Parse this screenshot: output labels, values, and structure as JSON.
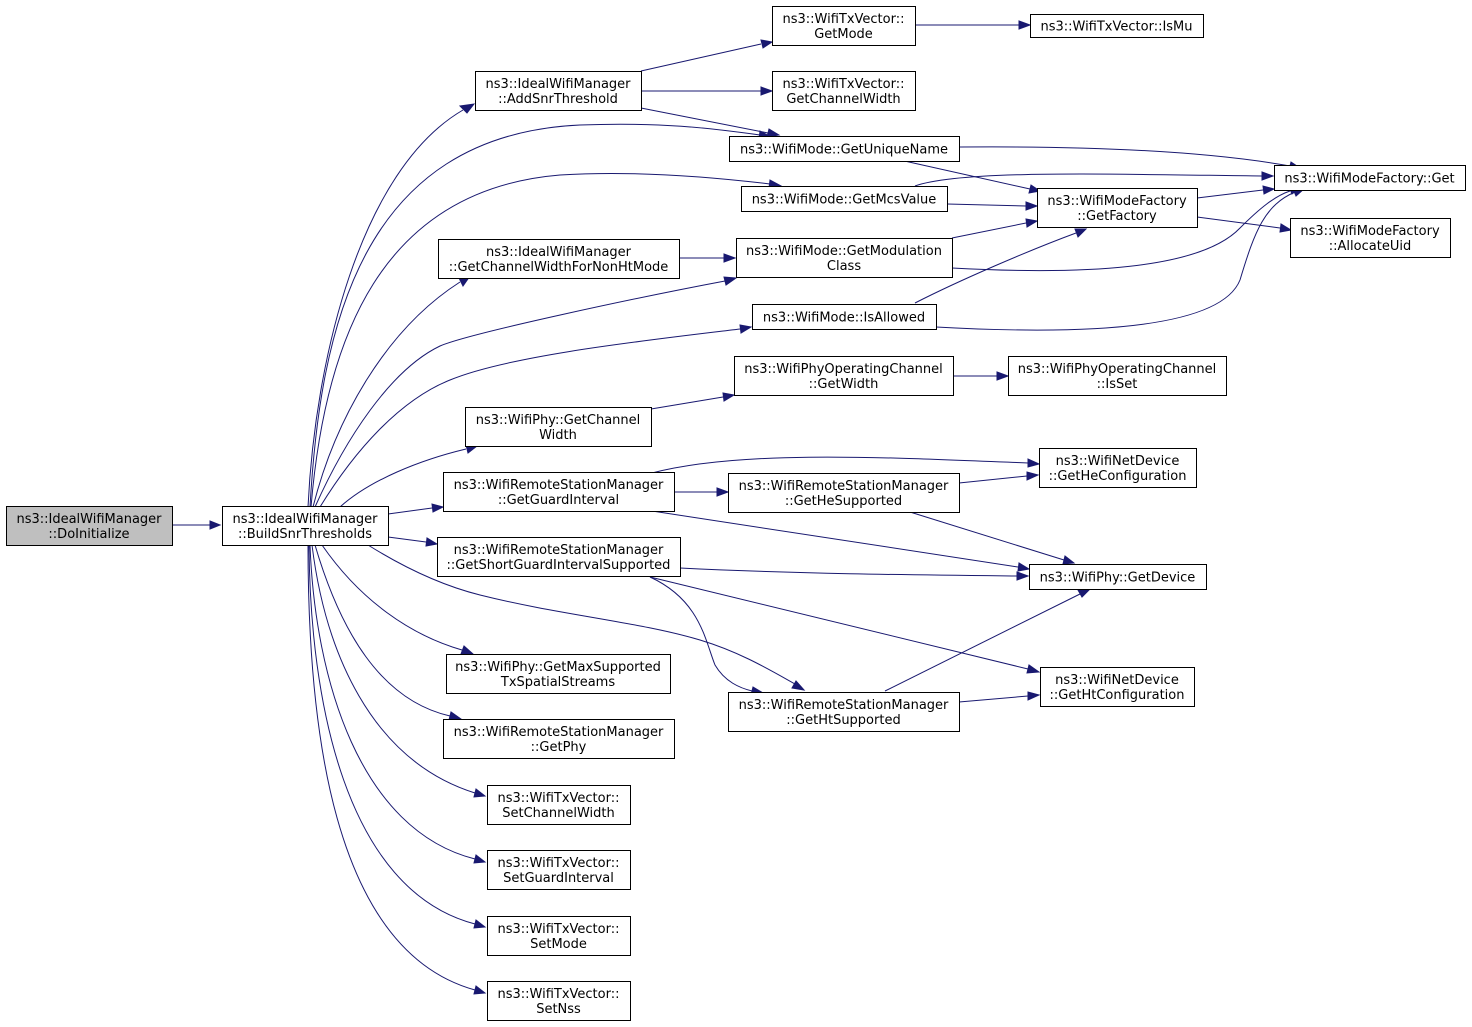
{
  "nodes": {
    "do_initialize": [
      "ns3::IdealWifiManager",
      "::DoInitialize"
    ],
    "build_snr": [
      "ns3::IdealWifiManager",
      "::BuildSnrThresholds"
    ],
    "add_snr": [
      "ns3::IdealWifiManager",
      "::AddSnrThreshold"
    ],
    "txv_getmode": [
      "ns3::WifiTxVector::",
      "GetMode"
    ],
    "txv_ismu": [
      "ns3::WifiTxVector::IsMu"
    ],
    "txv_getcw": [
      "ns3::WifiTxVector::",
      "GetChannelWidth"
    ],
    "mode_uniquename": [
      "ns3::WifiMode::GetUniqueName"
    ],
    "factory_get": [
      "ns3::WifiModeFactory::Get"
    ],
    "mode_mcs": [
      "ns3::WifiMode::GetMcsValue"
    ],
    "factory_getfactory": [
      "ns3::WifiModeFactory",
      "::GetFactory"
    ],
    "factory_alloc": [
      "ns3::WifiModeFactory",
      "::AllocateUid"
    ],
    "ideal_cw_nonht": [
      "ns3::IdealWifiManager",
      "::GetChannelWidthForNonHtMode"
    ],
    "mode_modclass": [
      "ns3::WifiMode::GetModulation",
      "Class"
    ],
    "mode_isallowed": [
      "ns3::WifiMode::IsAllowed"
    ],
    "opch_getwidth": [
      "ns3::WifiPhyOperatingChannel",
      "::GetWidth"
    ],
    "opch_isset": [
      "ns3::WifiPhyOperatingChannel",
      "::IsSet"
    ],
    "phy_getcw": [
      "ns3::WifiPhy::GetChannel",
      "Width"
    ],
    "rsm_guard": [
      "ns3::WifiRemoteStationManager",
      "::GetGuardInterval"
    ],
    "netdev_he": [
      "ns3::WifiNetDevice",
      "::GetHeConfiguration"
    ],
    "rsm_he": [
      "ns3::WifiRemoteStationManager",
      "::GetHeSupported"
    ],
    "rsm_sgi": [
      "ns3::WifiRemoteStationManager",
      "::GetShortGuardIntervalSupported"
    ],
    "phy_getdevice": [
      "ns3::WifiPhy::GetDevice"
    ],
    "phy_maxss": [
      "ns3::WifiPhy::GetMaxSupported",
      "TxSpatialStreams"
    ],
    "netdev_ht": [
      "ns3::WifiNetDevice",
      "::GetHtConfiguration"
    ],
    "rsm_ht": [
      "ns3::WifiRemoteStationManager",
      "::GetHtSupported"
    ],
    "rsm_getphy": [
      "ns3::WifiRemoteStationManager",
      "::GetPhy"
    ],
    "txv_setcw": [
      "ns3::WifiTxVector::",
      "SetChannelWidth"
    ],
    "txv_setgi": [
      "ns3::WifiTxVector::",
      "SetGuardInterval"
    ],
    "txv_setmode": [
      "ns3::WifiTxVector::",
      "SetMode"
    ],
    "txv_setnss": [
      "ns3::WifiTxVector::",
      "SetNss"
    ]
  },
  "edges": [
    [
      "do_initialize",
      "build_snr"
    ],
    [
      "build_snr",
      "add_snr"
    ],
    [
      "build_snr",
      "mode_uniquename"
    ],
    [
      "build_snr",
      "mode_mcs"
    ],
    [
      "build_snr",
      "ideal_cw_nonht"
    ],
    [
      "build_snr",
      "mode_modclass"
    ],
    [
      "build_snr",
      "mode_isallowed"
    ],
    [
      "build_snr",
      "phy_getcw"
    ],
    [
      "build_snr",
      "rsm_guard"
    ],
    [
      "build_snr",
      "rsm_sgi"
    ],
    [
      "build_snr",
      "rsm_ht"
    ],
    [
      "build_snr",
      "phy_maxss"
    ],
    [
      "build_snr",
      "rsm_getphy"
    ],
    [
      "build_snr",
      "txv_setcw"
    ],
    [
      "build_snr",
      "txv_setgi"
    ],
    [
      "build_snr",
      "txv_setmode"
    ],
    [
      "build_snr",
      "txv_setnss"
    ],
    [
      "add_snr",
      "txv_getmode"
    ],
    [
      "add_snr",
      "txv_getcw"
    ],
    [
      "add_snr",
      "mode_uniquename"
    ],
    [
      "txv_getmode",
      "txv_ismu"
    ],
    [
      "mode_uniquename",
      "factory_get"
    ],
    [
      "mode_uniquename",
      "factory_getfactory"
    ],
    [
      "mode_mcs",
      "factory_get"
    ],
    [
      "mode_mcs",
      "factory_getfactory"
    ],
    [
      "factory_getfactory",
      "factory_get"
    ],
    [
      "factory_getfactory",
      "factory_alloc"
    ],
    [
      "ideal_cw_nonht",
      "mode_modclass"
    ],
    [
      "mode_modclass",
      "factory_getfactory"
    ],
    [
      "mode_modclass",
      "factory_get"
    ],
    [
      "mode_isallowed",
      "factory_getfactory"
    ],
    [
      "mode_isallowed",
      "factory_get"
    ],
    [
      "phy_getcw",
      "opch_getwidth"
    ],
    [
      "opch_getwidth",
      "opch_isset"
    ],
    [
      "rsm_guard",
      "netdev_he"
    ],
    [
      "rsm_guard",
      "rsm_he"
    ],
    [
      "rsm_guard",
      "phy_getdevice"
    ],
    [
      "rsm_he",
      "netdev_he"
    ],
    [
      "rsm_he",
      "phy_getdevice"
    ],
    [
      "rsm_sgi",
      "phy_getdevice"
    ],
    [
      "rsm_sgi",
      "netdev_ht"
    ],
    [
      "rsm_sgi",
      "rsm_ht"
    ],
    [
      "rsm_ht",
      "phy_getdevice"
    ],
    [
      "rsm_ht",
      "netdev_ht"
    ]
  ],
  "colors": {
    "edge": "#191970",
    "root_fill": "#bfbfbf",
    "node_fill": "#ffffff",
    "node_border": "#000000"
  }
}
